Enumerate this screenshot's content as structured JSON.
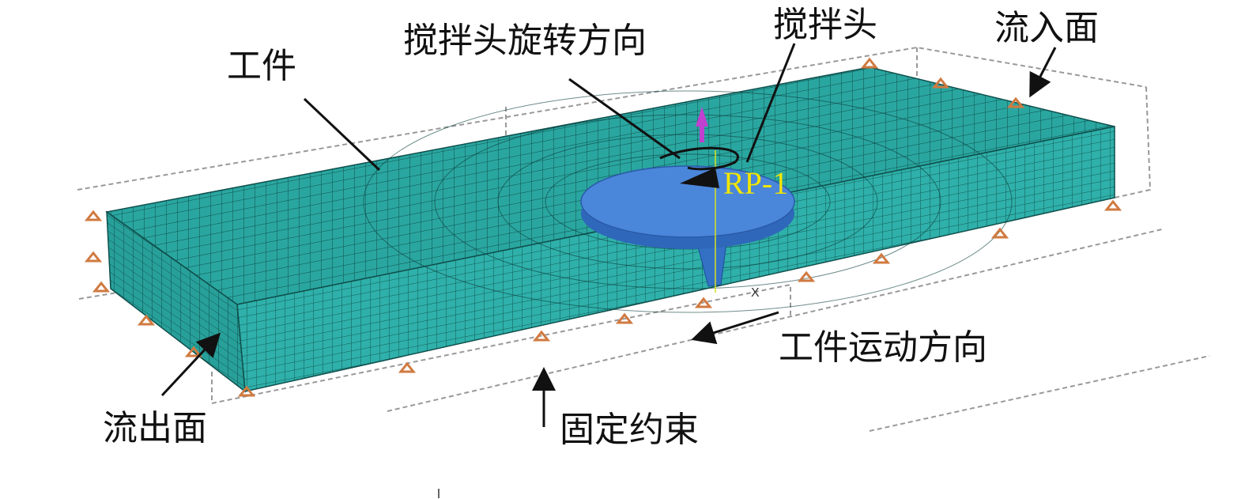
{
  "labels": {
    "workpiece": "工件",
    "tool_rotation_direction": "搅拌头旋转方向",
    "tool": "搅拌头",
    "inflow_face": "流入面",
    "reference_point": "RP-1",
    "workpiece_motion_direction": "工件运动方向",
    "outflow_face": "流出面",
    "fixed_constraint": "固定约束",
    "axis_x": "X"
  },
  "colors": {
    "mesh_face": "#2aa6a0",
    "mesh_line": "#0f4f4c",
    "tool": "#3f7fd6",
    "constraint": "#d07a40",
    "rp_label": "#f2e600",
    "arrow_marker": "#c040d0"
  }
}
